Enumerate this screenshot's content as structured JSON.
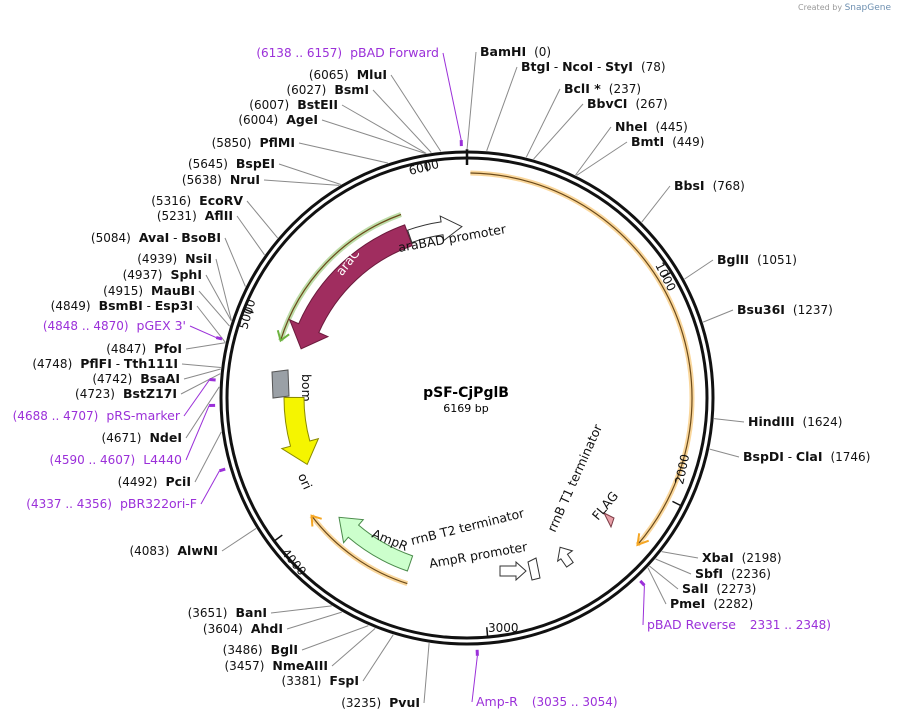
{
  "credit": {
    "prefix": "Created by",
    "brand": "SnapGene"
  },
  "plasmid": {
    "name": "pSF-CjPglB",
    "length_label": "6169 bp",
    "length": 6169
  },
  "ticks": [
    "1000",
    "2000",
    "3000",
    "4000",
    "5000",
    "6000"
  ],
  "sites_right": [
    {
      "parts": [
        "BamHI"
      ],
      "pos": "(0)",
      "loc": 0
    },
    {
      "parts": [
        "BtgI",
        "NcoI",
        "StyI"
      ],
      "pos": "(78)",
      "loc": 78
    },
    {
      "parts": [
        "BclI *"
      ],
      "pos": "(237)",
      "loc": 237
    },
    {
      "parts": [
        "BbvCI"
      ],
      "pos": "(267)",
      "loc": 267
    },
    {
      "parts": [
        "NheI"
      ],
      "pos": "(445)",
      "loc": 445
    },
    {
      "parts": [
        "BmtI"
      ],
      "pos": "(449)",
      "loc": 449
    },
    {
      "parts": [
        "BbsI"
      ],
      "pos": "(768)",
      "loc": 768
    },
    {
      "parts": [
        "BglII"
      ],
      "pos": "(1051)",
      "loc": 1051
    },
    {
      "parts": [
        "Bsu36I"
      ],
      "pos": "(1237)",
      "loc": 1237
    },
    {
      "parts": [
        "HindIII"
      ],
      "pos": "(1624)",
      "loc": 1624
    },
    {
      "parts": [
        "BspDI",
        "ClaI"
      ],
      "pos": "(1746)",
      "loc": 1746
    },
    {
      "parts": [
        "XbaI"
      ],
      "pos": "(2198)",
      "loc": 2198
    },
    {
      "parts": [
        "SbfI"
      ],
      "pos": "(2236)",
      "loc": 2236
    },
    {
      "parts": [
        "SalI"
      ],
      "pos": "(2273)",
      "loc": 2273
    },
    {
      "parts": [
        "PmeI"
      ],
      "pos": "(2282)",
      "loc": 2282
    }
  ],
  "sites_left": [
    {
      "parts": [
        "MluI"
      ],
      "pos": "(6065)",
      "loc": 6065
    },
    {
      "parts": [
        "BsmI"
      ],
      "pos": "(6027)",
      "loc": 6027
    },
    {
      "parts": [
        "BstEII"
      ],
      "pos": "(6007)",
      "loc": 6007
    },
    {
      "parts": [
        "AgeI"
      ],
      "pos": "(6004)",
      "loc": 6004
    },
    {
      "parts": [
        "PflMI"
      ],
      "pos": "(5850)",
      "loc": 5850
    },
    {
      "parts": [
        "BspEI"
      ],
      "pos": "(5645)",
      "loc": 5645
    },
    {
      "parts": [
        "NruI"
      ],
      "pos": "(5638)",
      "loc": 5638
    },
    {
      "parts": [
        "EcoRV"
      ],
      "pos": "(5316)",
      "loc": 5316
    },
    {
      "parts": [
        "AflII"
      ],
      "pos": "(5231)",
      "loc": 5231
    },
    {
      "parts": [
        "AvaI",
        "BsoBI"
      ],
      "pos": "(5084)",
      "loc": 5084
    },
    {
      "parts": [
        "NsiI"
      ],
      "pos": "(4939)",
      "loc": 4939
    },
    {
      "parts": [
        "SphI"
      ],
      "pos": "(4937)",
      "loc": 4937
    },
    {
      "parts": [
        "MauBI"
      ],
      "pos": "(4915)",
      "loc": 4915
    },
    {
      "parts": [
        "BsmBI",
        "Esp3I"
      ],
      "pos": "(4849)",
      "loc": 4849
    },
    {
      "parts": [
        "PfoI"
      ],
      "pos": "(4847)",
      "loc": 4847
    },
    {
      "parts": [
        "PflFI",
        "Tth111I"
      ],
      "pos": "(4748)",
      "loc": 4748
    },
    {
      "parts": [
        "BsaAI"
      ],
      "pos": "(4742)",
      "loc": 4742
    },
    {
      "parts": [
        "BstZ17I"
      ],
      "pos": "(4723)",
      "loc": 4723
    },
    {
      "parts": [
        "NdeI"
      ],
      "pos": "(4671)",
      "loc": 4671
    },
    {
      "parts": [
        "PciI"
      ],
      "pos": "(4492)",
      "loc": 4492
    },
    {
      "parts": [
        "AlwNI"
      ],
      "pos": "(4083)",
      "loc": 4083
    },
    {
      "parts": [
        "BanI"
      ],
      "pos": "(3651)",
      "loc": 3651
    },
    {
      "parts": [
        "AhdI"
      ],
      "pos": "(3604)",
      "loc": 3604
    },
    {
      "parts": [
        "BglI"
      ],
      "pos": "(3486)",
      "loc": 3486
    },
    {
      "parts": [
        "NmeAIII"
      ],
      "pos": "(3457)",
      "loc": 3457
    },
    {
      "parts": [
        "FspI"
      ],
      "pos": "(3381)",
      "loc": 3381
    },
    {
      "parts": [
        "PvuI"
      ],
      "pos": "(3235)",
      "loc": 3235
    }
  ],
  "primers": [
    {
      "name": "pBAD Forward",
      "range": "(6138 .. 6157)",
      "loc": 6147
    },
    {
      "name": "pBAD Reverse",
      "range": "2331 .. 2348)",
      "loc": 2340
    },
    {
      "name": "Amp-R",
      "range": "(3035 .. 3054)",
      "loc": 3045
    },
    {
      "name": "pBR322ori-F",
      "range": "(4337 .. 4356)",
      "loc": 4346
    },
    {
      "name": "L4440",
      "range": "(4590 .. 4607)",
      "loc": 4598
    },
    {
      "name": "pRS-marker",
      "range": "(4688 .. 4707)",
      "loc": 4697
    },
    {
      "name": "pGEX 3'",
      "range": "(4848 .. 4870)",
      "loc": 4859
    }
  ],
  "features": {
    "araC": "araC",
    "araBAD_promoter": "araBAD promoter",
    "bom": "bom",
    "ori": "ori",
    "AmpR": "AmpR",
    "AmpR_promoter": "AmpR promoter",
    "rrnB_T2": "rrnB T2 terminator",
    "rrnB_T1": "rrnB T1 terminator",
    "FLAG": "FLAG"
  },
  "colors": {
    "araC": "#a02d5f",
    "ori": "#f5f500",
    "AmpR": "#ccffcc",
    "bom": "#9aa0a6",
    "FLAG": "#e8a0a8",
    "primer": "#9b30d9",
    "orf_orange": "#f5a623",
    "orf_green": "#6db33f"
  }
}
